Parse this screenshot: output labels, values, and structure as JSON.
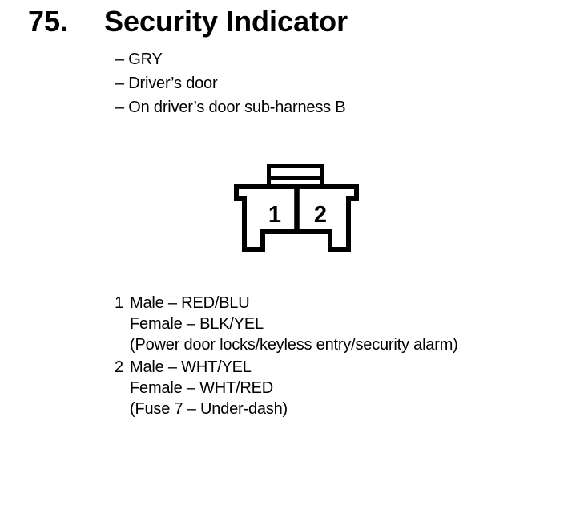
{
  "colors": {
    "ink": "#000000",
    "paper": "#ffffff"
  },
  "heading": {
    "number": "75.",
    "title": "Security Indicator"
  },
  "notes": {
    "items": [
      "– GRY",
      "– Driver’s door",
      "– On driver’s door sub-harness B"
    ]
  },
  "connector": {
    "type": "2-pin connector front view",
    "pins": [
      {
        "label": "1"
      },
      {
        "label": "2"
      }
    ]
  },
  "pin_details": [
    {
      "number": "1",
      "lines": [
        "Male – RED/BLU",
        "Female – BLK/YEL",
        "(Power door locks/keyless entry/security alarm)"
      ]
    },
    {
      "number": "2",
      "lines": [
        "Male – WHT/YEL",
        "Female – WHT/RED",
        "(Fuse 7 – Under-dash)"
      ]
    }
  ]
}
